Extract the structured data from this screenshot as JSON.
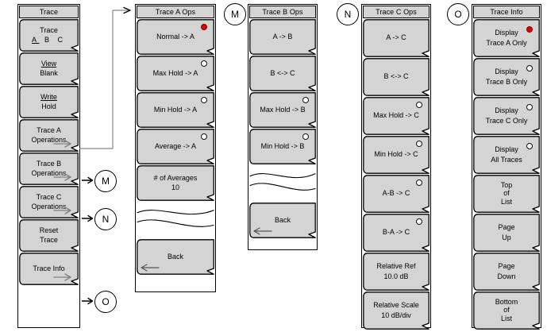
{
  "colors": {
    "key_fill": "#d4d4d4",
    "title_fill": "#d4d4d4",
    "outline": "#000000",
    "radio_on": "#dd0000",
    "radio_off": "#ffffff",
    "arrow_grey": "#808080",
    "page_bg": "#ffffff"
  },
  "columns": [
    {
      "id": "trace",
      "title": "Trace",
      "keys": [
        {
          "name": "trace-abc",
          "lines": [
            "Trace"
          ],
          "abc": "A B C",
          "abc_selected": "A"
        },
        {
          "name": "view-blank",
          "lines": [
            "View",
            "Blank"
          ],
          "underline_first": true
        },
        {
          "name": "write-hold",
          "lines": [
            "Write",
            "Hold"
          ],
          "underline_first": true
        },
        {
          "name": "trace-a-operations",
          "lines": [
            "Trace A",
            "Operations"
          ],
          "submenu_arrow": true
        },
        {
          "name": "trace-b-operations",
          "lines": [
            "Trace B",
            "Operations"
          ],
          "submenu_arrow": true
        },
        {
          "name": "trace-c-operations",
          "lines": [
            "Trace C",
            "Operations"
          ],
          "submenu_arrow": true
        },
        {
          "name": "reset-trace",
          "lines": [
            "Reset",
            "Trace"
          ]
        },
        {
          "name": "trace-info",
          "lines": [
            "Trace Info"
          ],
          "submenu_arrow": true
        }
      ]
    },
    {
      "id": "trace-a-ops",
      "title": "Trace A Ops",
      "keys": [
        {
          "name": "normal-to-a",
          "lines": [
            "Normal -> A"
          ],
          "radio": "on"
        },
        {
          "name": "max-hold-to-a",
          "lines": [
            "Max Hold -> A"
          ],
          "radio": "off"
        },
        {
          "name": "min-hold-to-a",
          "lines": [
            "Min Hold -> A"
          ],
          "radio": "off"
        },
        {
          "name": "average-to-a",
          "lines": [
            "Average -> A"
          ],
          "radio": "off"
        },
        {
          "name": "number-of-averages",
          "lines": [
            "# of Averages",
            "10"
          ]
        },
        {
          "name": "menu-break",
          "break": true
        },
        {
          "name": "back",
          "lines": [
            "Back"
          ],
          "back_arrow": true
        }
      ]
    },
    {
      "id": "trace-b-ops",
      "title": "Trace B Ops",
      "keys": [
        {
          "name": "a-to-b",
          "lines": [
            "A -> B"
          ]
        },
        {
          "name": "b-swap-c",
          "lines": [
            "B <-> C"
          ]
        },
        {
          "name": "max-hold-to-b",
          "lines": [
            "Max Hold -> B"
          ],
          "radio": "off"
        },
        {
          "name": "min-hold-to-b",
          "lines": [
            "Min Hold -> B"
          ],
          "radio": "off"
        },
        {
          "name": "menu-break",
          "break": true
        },
        {
          "name": "back",
          "lines": [
            "Back"
          ],
          "back_arrow": true
        }
      ]
    },
    {
      "id": "trace-c-ops",
      "title": "Trace C Ops",
      "keys": [
        {
          "name": "a-to-c",
          "lines": [
            "A -> C"
          ]
        },
        {
          "name": "b-swap-c",
          "lines": [
            "B <-> C"
          ]
        },
        {
          "name": "max-hold-to-c",
          "lines": [
            "Max Hold -> C"
          ],
          "radio": "off"
        },
        {
          "name": "min-hold-to-c",
          "lines": [
            "Min Hold -> C"
          ],
          "radio": "off"
        },
        {
          "name": "a-minus-b-to-c",
          "lines": [
            "A-B -> C"
          ],
          "radio": "off"
        },
        {
          "name": "b-minus-a-to-c",
          "lines": [
            "B-A -> C"
          ],
          "radio": "off"
        },
        {
          "name": "relative-ref",
          "lines": [
            "Relative Ref",
            "10.0 dB"
          ]
        },
        {
          "name": "relative-scale",
          "lines": [
            "Relative Scale",
            "10 dB/div"
          ]
        }
      ]
    },
    {
      "id": "trace-info",
      "title": "Trace Info",
      "keys": [
        {
          "name": "display-trace-a-only",
          "lines": [
            "Display",
            "Trace A Only"
          ],
          "radio": "on",
          "radio_row": "top"
        },
        {
          "name": "display-trace-b-only",
          "lines": [
            "Display",
            "Trace B Only"
          ],
          "radio": "off",
          "radio_row": "top"
        },
        {
          "name": "display-trace-c-only",
          "lines": [
            "Display",
            "Trace C Only"
          ],
          "radio": "off",
          "radio_row": "top"
        },
        {
          "name": "display-all-traces",
          "lines": [
            "Display",
            "All Traces"
          ],
          "radio": "off",
          "radio_row": "top"
        },
        {
          "name": "top-of-list",
          "lines": [
            "Top",
            "of",
            "List"
          ]
        },
        {
          "name": "page-up",
          "lines": [
            "Page",
            "Up"
          ]
        },
        {
          "name": "page-down",
          "lines": [
            "Page",
            "Down"
          ]
        },
        {
          "name": "bottom-of-list",
          "lines": [
            "Bottom",
            "of",
            "List"
          ]
        }
      ]
    }
  ],
  "connectors": [
    {
      "name": "connector-m-source",
      "label": "M"
    },
    {
      "name": "connector-n-source",
      "label": "N"
    },
    {
      "name": "connector-o-source",
      "label": "O"
    },
    {
      "name": "connector-m-target",
      "label": "M"
    },
    {
      "name": "connector-n-target",
      "label": "N"
    },
    {
      "name": "connector-o-target",
      "label": "O"
    }
  ]
}
